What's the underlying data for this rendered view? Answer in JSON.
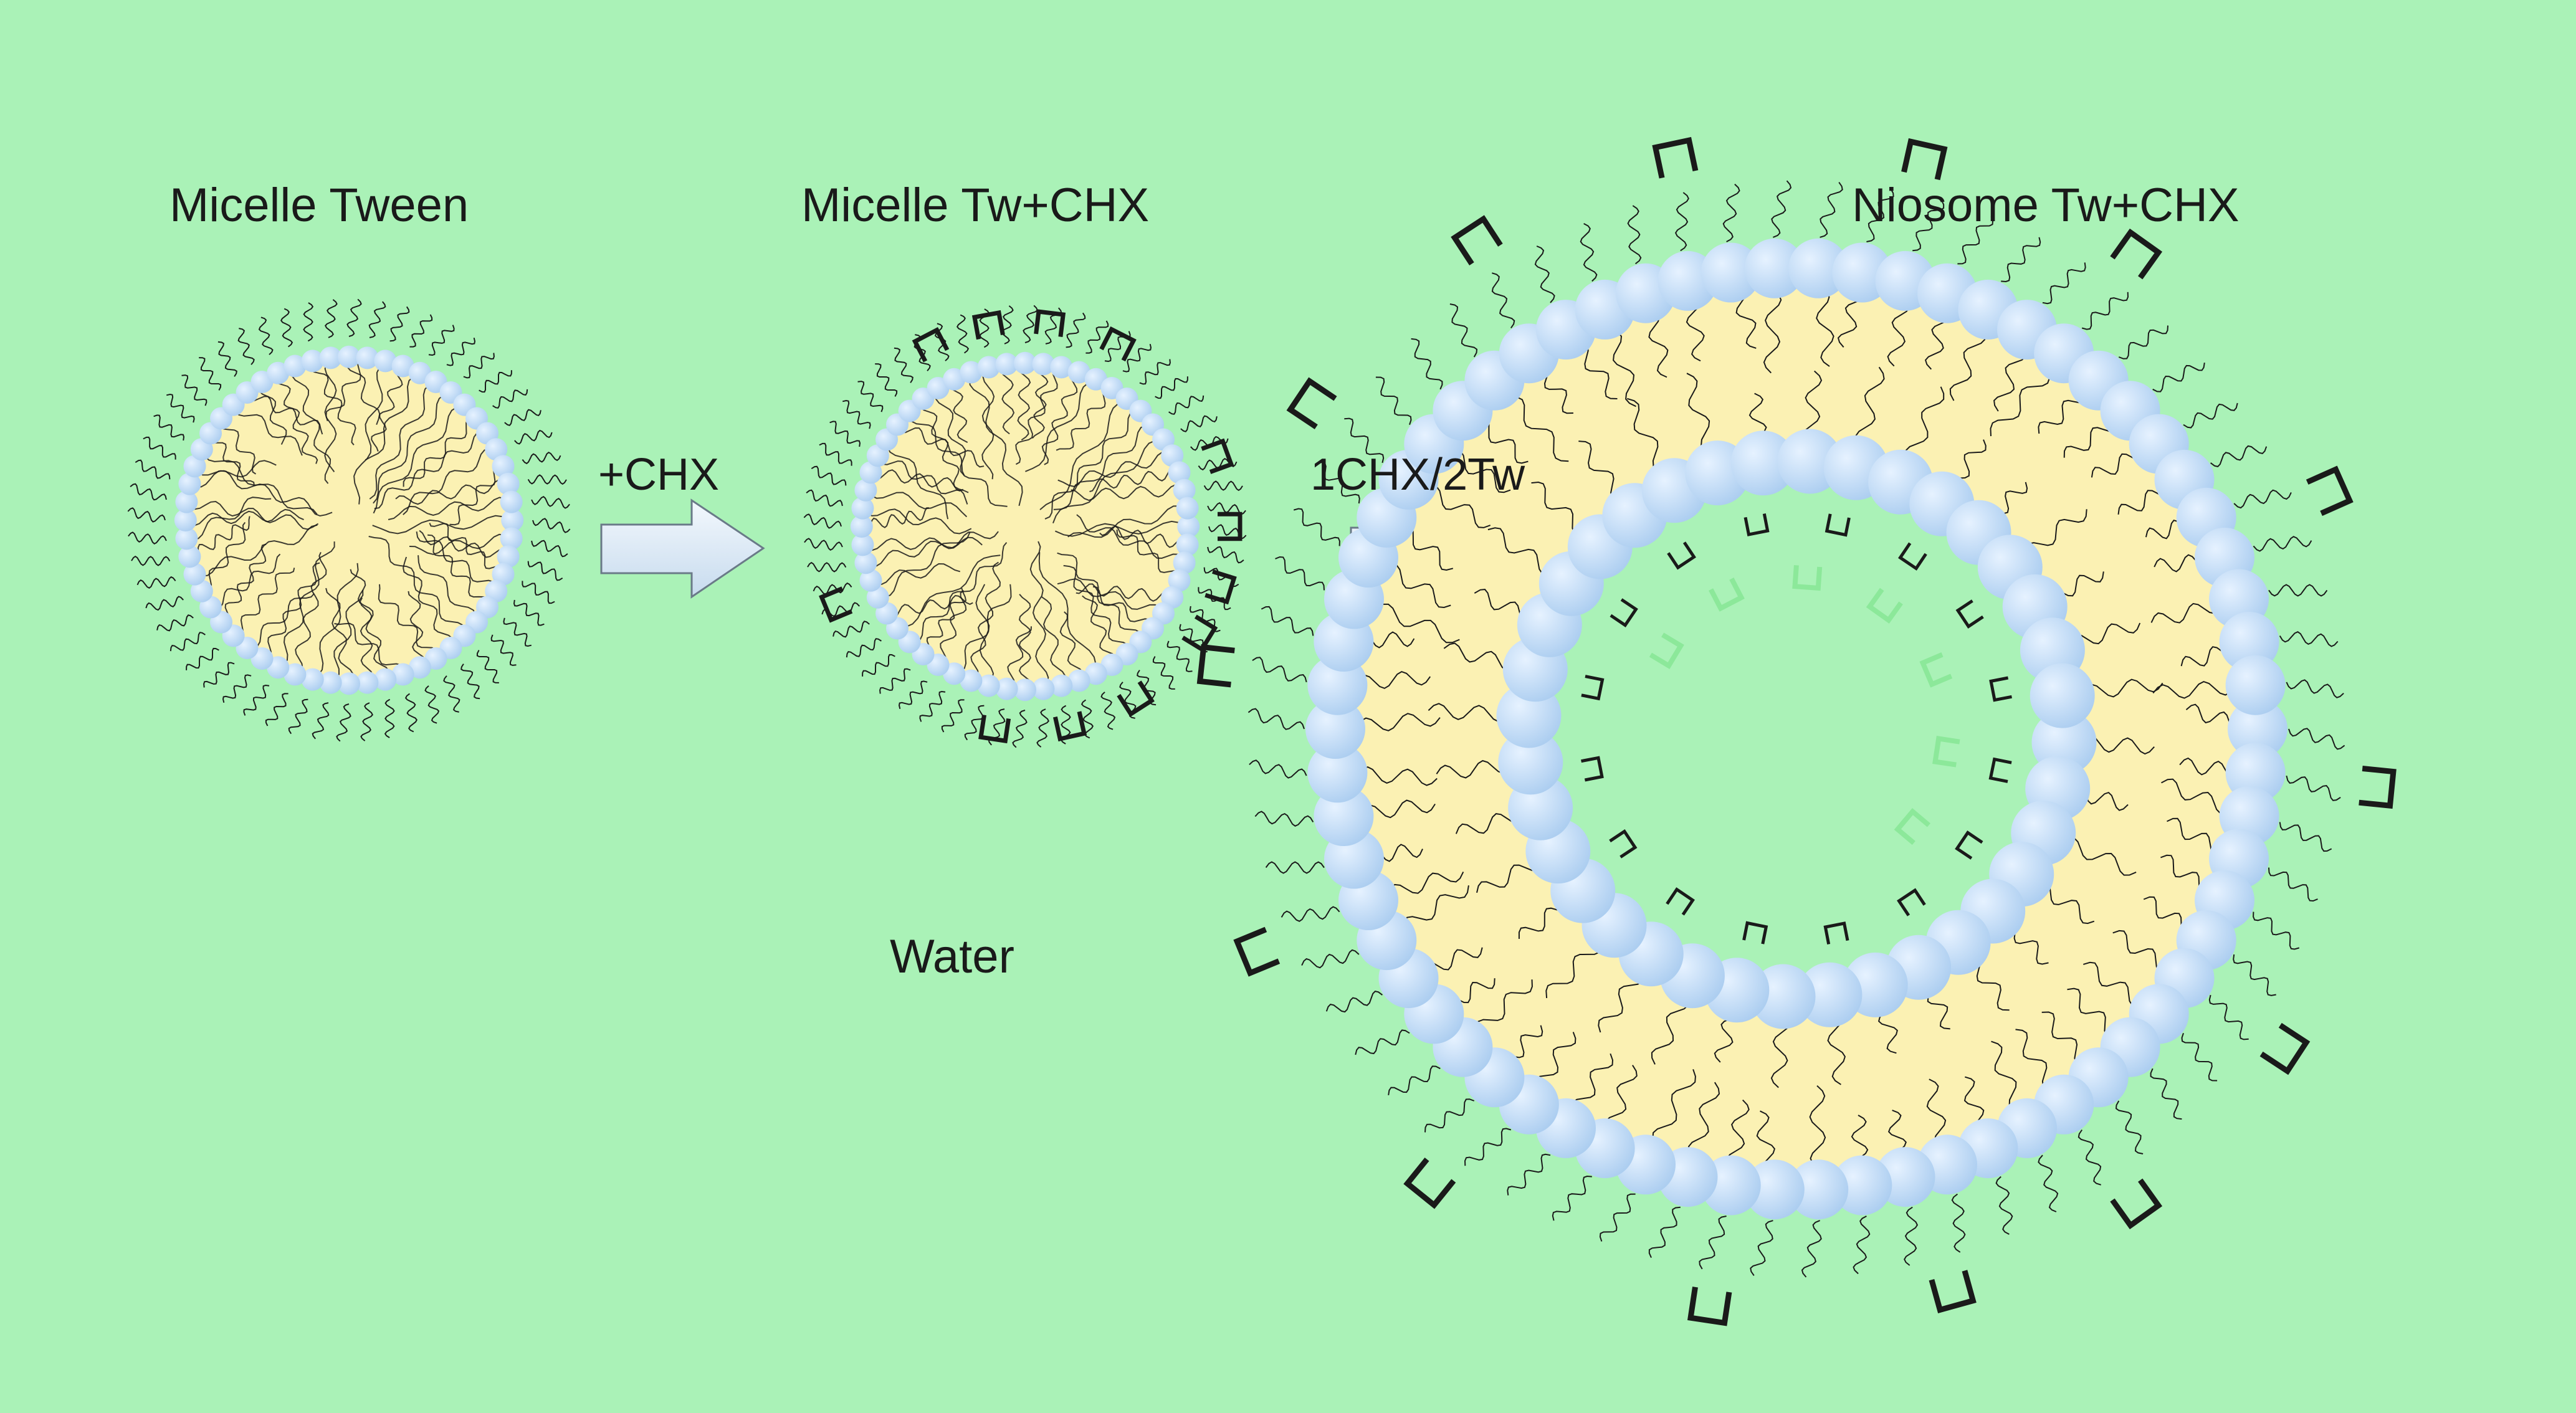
{
  "diagram": {
    "stage1": {
      "title": "Micelle Tween"
    },
    "stage2": {
      "title": "Micelle Tw+CHX"
    },
    "stage3": {
      "title": "Niosome Tw+CHX"
    },
    "arrow1": {
      "label": "+CHX"
    },
    "arrow2": {
      "label": "1CHX/2Tw"
    },
    "medium_label": "Water"
  },
  "colors": {
    "background": "#aaf2b7",
    "core": "#fbf1b3",
    "head_light": "#e2efff",
    "head_dark": "#a8cbef",
    "tail": "#1a1a1a",
    "chx_molecule": "#1a1a1a",
    "arrow_fill": "#e6f1fb",
    "arrow_stroke": "#6a7a88"
  }
}
